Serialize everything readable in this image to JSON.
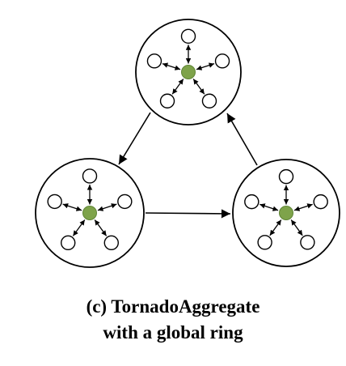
{
  "caption": {
    "line1": "(c) TornadoAggregate",
    "line2": "with a global ring"
  },
  "colors": {
    "stroke": "#000000",
    "aggregator_fill": "#7ea34a",
    "aggregator_edge": "#5f8535",
    "client_fill": "#ffffff",
    "background": "#ffffff"
  },
  "diagram": {
    "clusters": [
      {
        "id": "top",
        "clients": 5,
        "aggregator": 1
      },
      {
        "id": "left",
        "clients": 5,
        "aggregator": 1
      },
      {
        "id": "right",
        "clients": 5,
        "aggregator": 1
      }
    ],
    "ring_edges": [
      {
        "from": "top",
        "to": "left"
      },
      {
        "from": "left",
        "to": "right"
      },
      {
        "from": "right",
        "to": "top"
      }
    ],
    "client_links": "bidirectional"
  }
}
